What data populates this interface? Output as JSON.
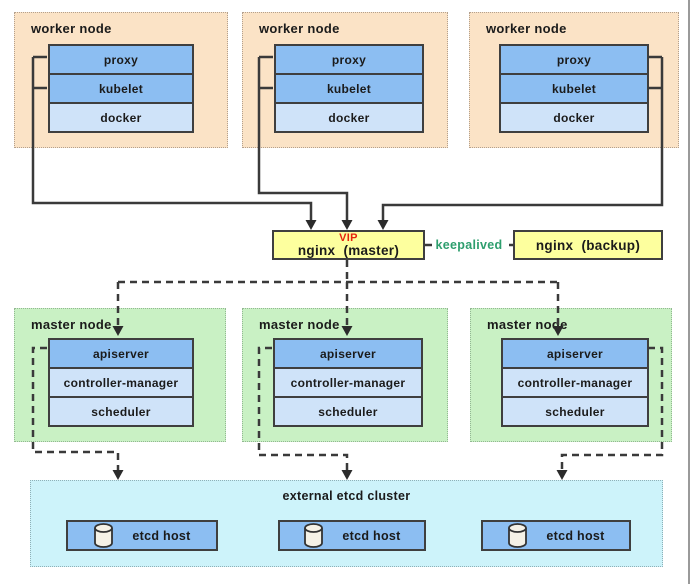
{
  "workers": [
    {
      "label": "worker node",
      "components": [
        "proxy",
        "kubelet",
        "docker"
      ]
    },
    {
      "label": "worker node",
      "components": [
        "proxy",
        "kubelet",
        "docker"
      ]
    },
    {
      "label": "worker node",
      "components": [
        "proxy",
        "kubelet",
        "docker"
      ]
    }
  ],
  "lb": {
    "vip_label": "VIP",
    "master_label": "nginx  (master)",
    "backup_label": "nginx  (backup)",
    "link_label": "keepalived"
  },
  "masters": [
    {
      "label": "master node",
      "components": [
        "apiserver",
        "controller-manager",
        "scheduler"
      ]
    },
    {
      "label": "master node",
      "components": [
        "apiserver",
        "controller-manager",
        "scheduler"
      ]
    },
    {
      "label": "master node",
      "components": [
        "apiserver",
        "controller-manager",
        "scheduler"
      ]
    }
  ],
  "etcd": {
    "title": "external etcd cluster",
    "hosts": [
      {
        "icon": "database-icon",
        "label": "etcd host"
      },
      {
        "icon": "database-icon",
        "label": "etcd host"
      },
      {
        "icon": "database-icon",
        "label": "etcd host"
      }
    ]
  },
  "colors": {
    "component-blue": "#8CBEF2",
    "component-blue-light": "#CFE3F9",
    "worker-bg": "#FBE3C6",
    "master-bg": "#C9F1C4",
    "etcd-bg": "#CDF3FA",
    "nginx-bg": "#FDFF9E",
    "vip-red": "#E8220E",
    "keepalived-green": "#2E9E6E",
    "wire": "#3A3A3A"
  }
}
